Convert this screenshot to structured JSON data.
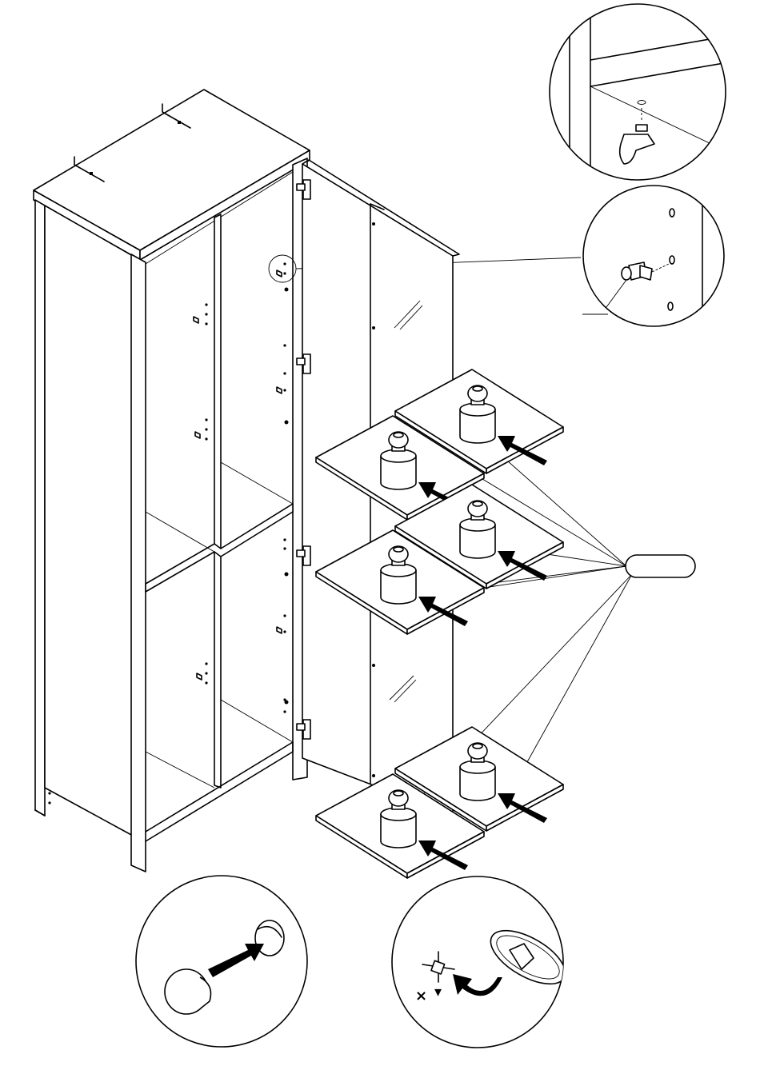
{
  "diagram": {
    "type": "assembly-instruction",
    "cabinet": {
      "doors": 1,
      "hinges": 4,
      "fixed_shelves": 1,
      "wall_brackets": 2
    },
    "shelves": {
      "count": 6,
      "weight_icons": 6,
      "push_arrows": 6
    },
    "callouts": [
      {
        "name": "shelf-support-under-top"
      },
      {
        "name": "shelf-support-peg"
      },
      {
        "name": "callout-bubble"
      },
      {
        "name": "cover-cap-insertion"
      },
      {
        "name": "cam-screw-tightening"
      }
    ],
    "tool_marks": {
      "screwdriver_type": "×",
      "direction_mark": "▾"
    },
    "colors": {
      "line": "#000000",
      "background": "#ffffff"
    }
  }
}
